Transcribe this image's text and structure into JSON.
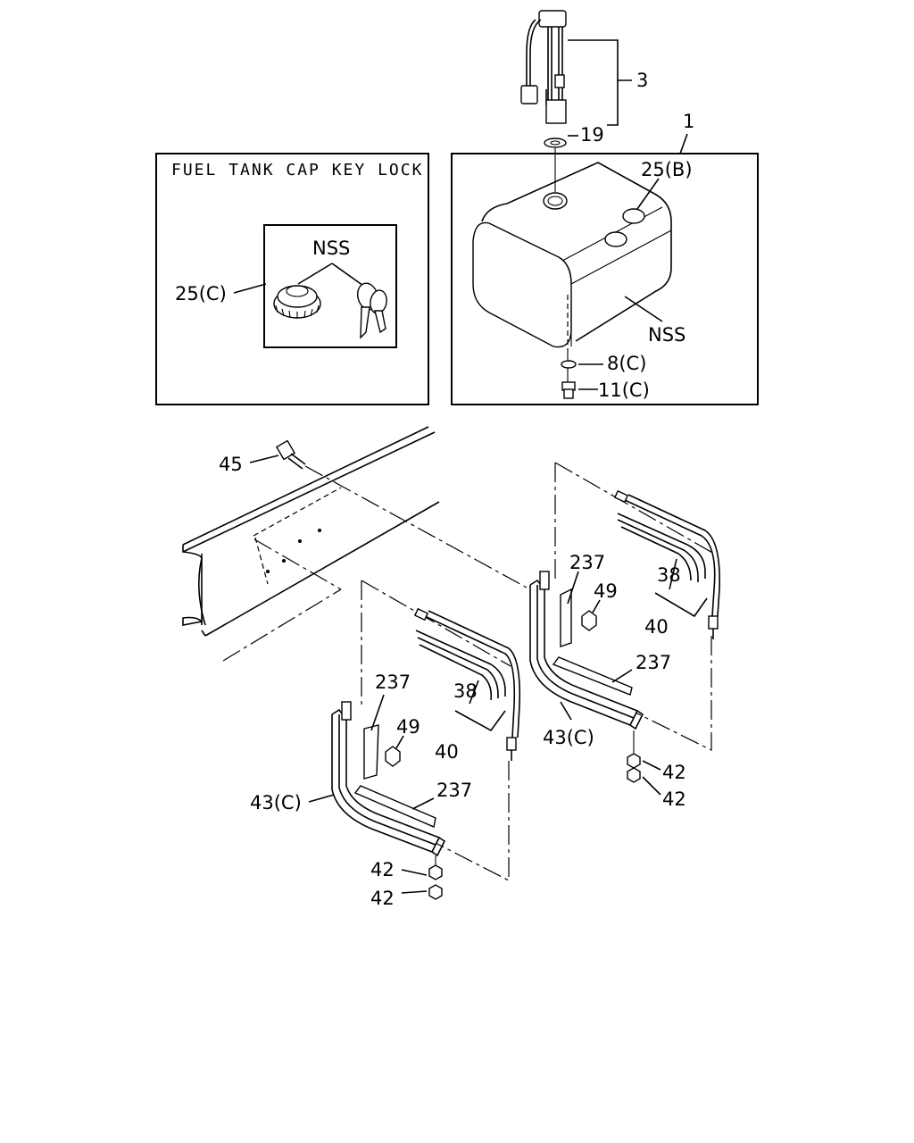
{
  "inset_title": "FUEL TANK CAP KEY LOCK",
  "labels": {
    "l3": "3",
    "l19": "19",
    "l1": "1",
    "l25b": "25(B)",
    "nss_tank": "NSS",
    "l8c": "8(C)",
    "l11c": "11(C)",
    "nss_cap": "NSS",
    "l25c": "25(C)",
    "l45": "45",
    "r237a": "237",
    "r49": "49",
    "r38": "38",
    "r40": "40",
    "r237b": "237",
    "r43c": "43(C)",
    "r42a": "42",
    "r42b": "42",
    "f237a": "237",
    "f49": "49",
    "f38": "38",
    "f40": "40",
    "f237b": "237",
    "f43c": "43(C)",
    "f42a": "42",
    "f42b": "42"
  }
}
